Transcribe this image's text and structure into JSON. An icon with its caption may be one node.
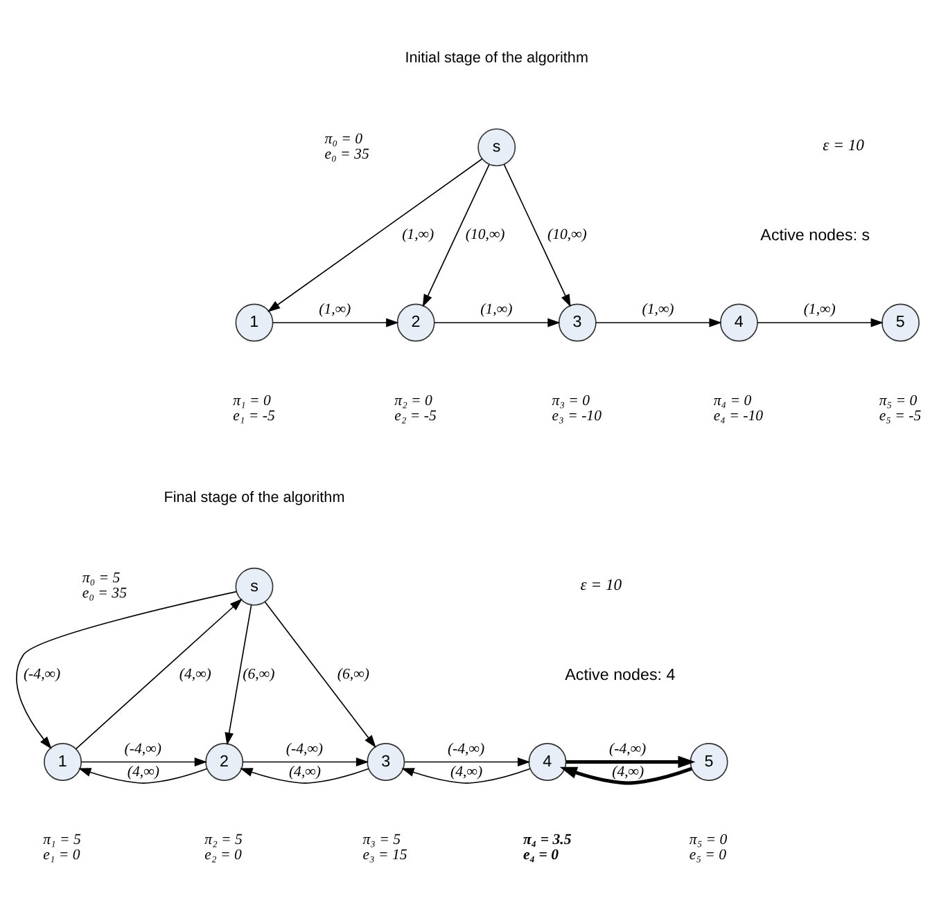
{
  "diagram": {
    "nodes": [
      {
        "text": [
          "s"
        ],
        "beside": [
          "π₀ = 0",
          "e₀ = 35"
        ]
      },
      {
        "text": [
          "1"
        ],
        "beside": [
          "π₁ = 0",
          "e₁ = -5"
        ]
      },
      {
        "text": [
          "2"
        ],
        "beside": [
          "π₂ = 0",
          "e₂ = -5"
        ]
      },
      {
        "text": [
          "3"
        ],
        "beside": [
          "π₃ = 0",
          "e₃ = -10"
        ]
      },
      {
        "text": [
          "4"
        ],
        "beside": [
          "π₄ = 0",
          "e₄ = -10"
        ]
      },
      {
        "text": [
          "5"
        ],
        "beside": [
          "π₅ = 0",
          "e₅ = -5"
        ]
      },
      {
        "text": [
          "s"
        ],
        "beside": [
          "π₀ = 5",
          "e₀ = 35"
        ]
      },
      {
        "text": [
          "1"
        ],
        "beside": [
          "π₁ = 5",
          "e₁ = 0"
        ]
      },
      {
        "text": [
          "2"
        ],
        "beside": [
          "π₂ = 5",
          "e₂ = 0"
        ]
      },
      {
        "text": [
          "3"
        ],
        "beside": [
          "π₃ = 5",
          "e₃ = 15"
        ]
      },
      {
        "text": [
          "4"
        ],
        "beside": [
          "π₄ = 3.5",
          "e₄ = 0"
        ]
      },
      {
        "text": [
          "5"
        ],
        "beside": [
          "π₅ = 0",
          "e₅ = 0"
        ]
      }
    ],
    "edges": [
      {
        "from": 0,
        "to": 1,
        "arrow": "to",
        "label": "(1,∞)"
      },
      {
        "from": 0,
        "to": 2,
        "arrow": "to",
        "label": "(10,∞)"
      },
      {
        "from": 0,
        "to": 3,
        "arrow": "to",
        "label": "(10,∞)"
      },
      {
        "from": 1,
        "to": 2,
        "arrow": "to",
        "label": "(1,∞)"
      },
      {
        "from": 2,
        "to": 3,
        "arrow": "to",
        "label": "(1,∞)"
      },
      {
        "from": 3,
        "to": 4,
        "arrow": "to",
        "label": "(1,∞)"
      },
      {
        "from": 4,
        "to": 5,
        "arrow": "to",
        "label": "(1,∞)"
      },
      {
        "from": 6,
        "to": 7,
        "arrow": "to",
        "label": "(-4,∞)"
      },
      {
        "from": 7,
        "to": 6,
        "arrow": "to",
        "label": "(4,∞)"
      },
      {
        "from": 6,
        "to": 8,
        "arrow": "to",
        "label": "(6,∞)"
      },
      {
        "from": 6,
        "to": 9,
        "arrow": "to",
        "label": "(6,∞)"
      },
      {
        "from": 7,
        "to": 8,
        "arrow": "to",
        "label": "(-4,∞)"
      },
      {
        "from": 8,
        "to": 7,
        "arrow": "to",
        "label": "(4,∞)"
      },
      {
        "from": 8,
        "to": 9,
        "arrow": "to",
        "label": "(-4,∞)"
      },
      {
        "from": 9,
        "to": 8,
        "arrow": "to",
        "label": "(4,∞)"
      },
      {
        "from": 9,
        "to": 10,
        "arrow": "to",
        "label": "(-4,∞)"
      },
      {
        "from": 10,
        "to": 9,
        "arrow": "to",
        "label": "(4,∞)"
      },
      {
        "from": 10,
        "to": 11,
        "arrow": "to",
        "label": "(-4,∞)",
        "style": "thick"
      },
      {
        "from": 11,
        "to": 10,
        "arrow": "to",
        "label": "(4,∞)",
        "style": "thick"
      }
    ],
    "labels": [
      "Initial stage of the algorithm",
      "ε = 10",
      "Active nodes: s",
      "Final stage of the algorithm",
      "ε = 10",
      "Active nodes: 4"
    ]
  }
}
